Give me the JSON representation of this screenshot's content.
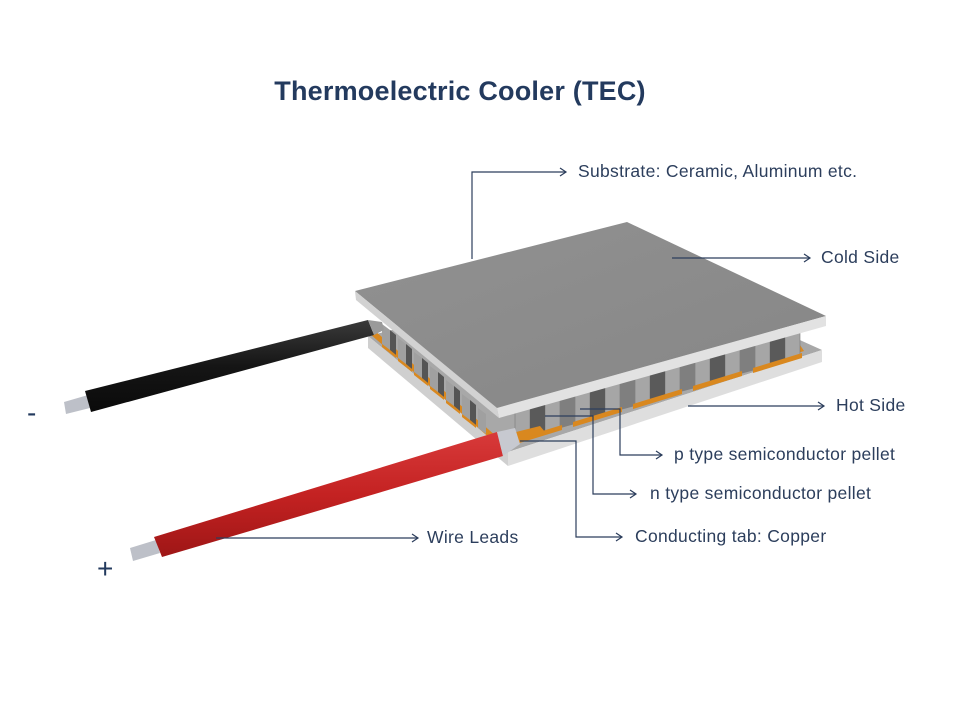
{
  "title": "Thermoelectric Cooler (TEC)",
  "labels": {
    "substrate": "Substrate: Ceramic, Aluminum etc.",
    "cold_side": "Cold Side",
    "hot_side": "Hot Side",
    "p_pellet": "p type semiconductor  pellet",
    "n_pellet": "n type semiconductor  pellet",
    "conducting_tab": "Conducting tab: Copper",
    "wire_leads": "Wire Leads"
  },
  "terminals": {
    "negative": "-",
    "positive": "+"
  },
  "colors": {
    "title": "#233a5e",
    "label_text": "#2c3e5c",
    "callout_line": "#2c3e5c",
    "plate_top": "#8c8c8c",
    "plate_edge": "#d8d8d8",
    "pellet": "#a9a9a9",
    "copper_tab": "#d9881f",
    "wire_negative": "#1e1e1e",
    "wire_positive": "#c82424",
    "wire_tip": "#b9bcc4"
  }
}
